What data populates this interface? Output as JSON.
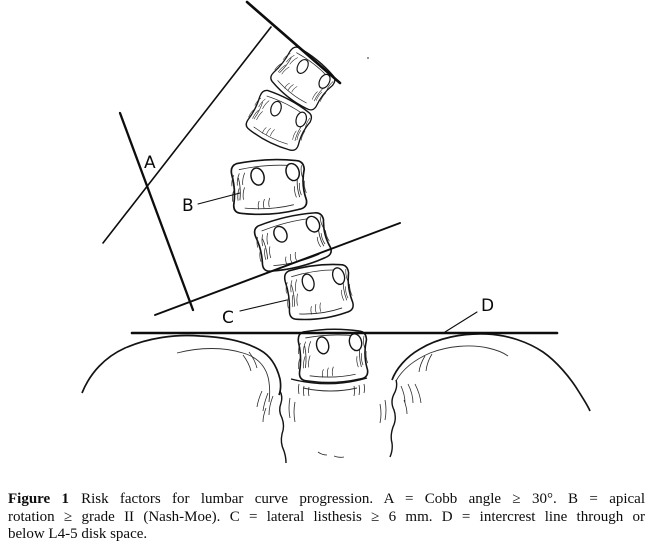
{
  "colors": {
    "ink": "#111111",
    "background": "#ffffff"
  },
  "figure": {
    "description": "Line drawing of lumbar spine and pelvis with scoliosis measurement lines",
    "labels": {
      "a": "A",
      "b": "B",
      "c": "C",
      "d": "D"
    }
  },
  "caption": {
    "figure_label": "Figure 1",
    "line1_rest": "Risk factors for lumbar curve progression.  A = Cobb angle ≥ 30°.  B = apical",
    "line2": "rotation ≥ grade II (Nash-Moe).  C = lateral listhesis ≥ 6 mm. D = intercrest line through or",
    "line3": "below L4-5 disk space."
  }
}
